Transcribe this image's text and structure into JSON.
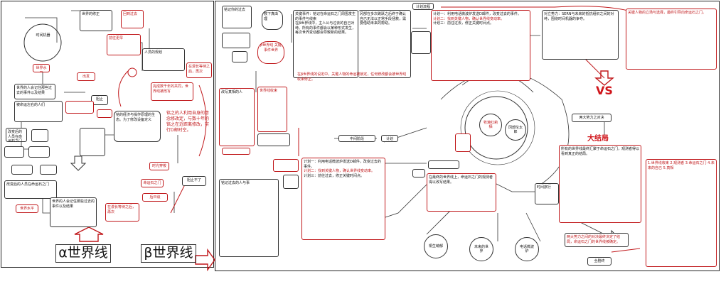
{
  "labels": {
    "alpha_line": "α世界线",
    "beta_line": "β世界线",
    "beta_center": "β世界线\n关键事件世界",
    "vs": "VS",
    "dajieju": "大结局",
    "liangda": "两大势力之对决",
    "jihua": "计划",
    "jihua_top": "计划流程",
    "zhongjian": "中间阶段",
    "shiji": "世界水平",
    "jiezhi": "阻止",
    "jieduan": "阻止不了",
    "chufa": "出发",
    "shiliu": "时光穿梭",
    "zhishi": "命运石之门",
    "houjie": "后日谈",
    "bottom_right_end": "全剧终"
  },
  "alpha": {
    "note_red_1": "完成数千年的共同，世界线被改写",
    "note_red_2": "铭之的人利用自身的意念修改定，与数十年的铭之在近距离修改，实行D邮时空。",
    "note_1": "铭的经济与操作原理的生态。为了修改设备定义",
    "note_2": "改变后的人员在命运石之门",
    "note_3": "世界的人会记住那些过去的事件以及结果",
    "note_4": "被命运左右的人们",
    "note_5": "在漫长等待之后，再次",
    "note_6": "人员的规划",
    "note_7": "时间机器",
    "note_8": "前往更早",
    "note_9": "世界的修正",
    "note_10": "回到过去"
  },
  "beta": {
    "intro": "关键事件：铭记在命运石之门周围发生的事件与线索",
    "col1": "在β世界线中，主人公与过去的自己对峙。所有的事件都会以某种形式发生，每次世界变动都会导致新的结果。",
    "col2": "冈部在多次跳跃之后终于确认自己无法以正常手段拯救，需要借助未来的帮助。",
    "col3": "在β世界线的设定中，关键人物的命运被锁定，任何修改都会被世界线收束修正。",
    "note_a": "铭记你的过去",
    "note_b": "救下真由理",
    "note_c": "改写真相的人",
    "note_d": "世界线收束",
    "note_e": "铭记过去的人与事",
    "plan_1": "计划一：利用电话微波炉发送D邮件，改变过去的事件。",
    "plan_2": "计划二：找到关键人物，确认世界线变动率。",
    "plan_3": "计划三：前往过去，修正关键时间点。",
    "circle_1": "牧濑红莉栖",
    "circle_2": "冈部伦太郎",
    "circle_3": "桐生萌郁",
    "circle_4": "未来的世界",
    "circle_5": "电话微波炉",
    "circle_6": "时间旅行",
    "middle_note": "在最终的世界线上，命运石之门的观测者得以改写结果。",
    "end_note": "两大势力之间的对决最终决定了结局，命运石之门的世界线被确定。"
  },
  "right": {
    "top_note": "对立势力：SERN与未来的抵抗组织之间的对峙，围绕时间机器的争夺。",
    "side_note": "关键人物的立场与选择，最终引导向命运石之门。",
    "final_note": "所有的世界线最终汇聚于命运石之门，观测者得以看到真正的结局。",
    "side_final": "1.世界线收束 2.观测者 3.命运石之门 4.未来的自己 5.真相"
  }
}
